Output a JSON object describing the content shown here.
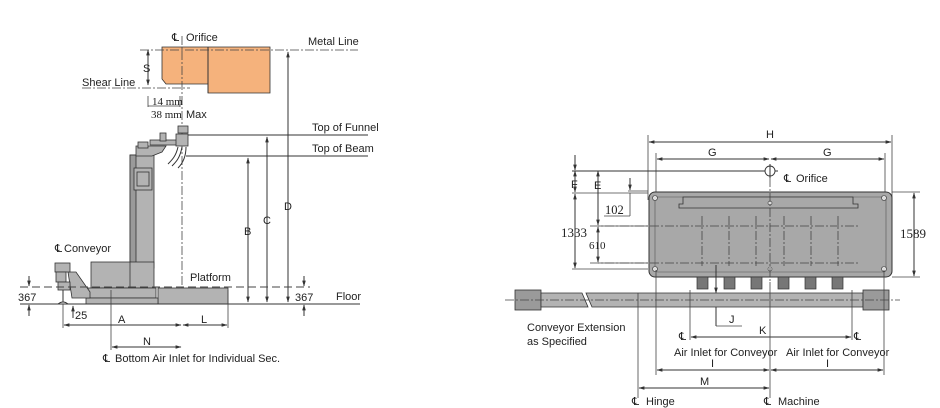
{
  "diagram": {
    "title": "IS machine side elevation and plan dimensions",
    "colors": {
      "gob": "#f5b27c",
      "machine": "#b3b3b3",
      "line": "#333333"
    },
    "side_view": {
      "orifice_label": "Orifice",
      "metal_line_label": "Metal Line",
      "shear_line_label": "Shear Line",
      "s_label": "S",
      "dim_14mm": "14 mm",
      "dim_38mm": "38 mm",
      "max_label": "Max",
      "top_funnel_label": "Top of Funnel",
      "top_beam_label": "Top of Beam",
      "b_label": "B",
      "c_label": "C",
      "d_label": "D",
      "conveyor_label": "Conveyor",
      "platform_label": "Platform",
      "floor_label": "Floor",
      "dim_367_left": "367",
      "dim_367_right": "367",
      "dim_25": "25",
      "a_label": "A",
      "l_label": "L",
      "n_label": "N",
      "bottom_air_label": "Bottom Air Inlet for Individual Sec."
    },
    "plan_view": {
      "h_label": "H",
      "g_left_label": "G",
      "g_right_label": "G",
      "orifice_label": "Orifice",
      "f_label": "F",
      "e_label": "E",
      "dim_102": "102",
      "dim_1333": "1333",
      "dim_610": "610",
      "dim_1589": "1589",
      "j_label": "J",
      "k_label": "K",
      "conveyor_ext_line1": "Conveyor  Extension",
      "conveyor_ext_line2": "as Specified",
      "air_inlet_left": "Air Inlet for Conveyor",
      "air_inlet_right": "Air Inlet for Conveyor",
      "i_left_label": "I",
      "i_right_label": "I",
      "m_label": "M",
      "hinge_label": "Hinge",
      "machine_label": "Machine"
    },
    "centerline_symbol": "℄"
  }
}
